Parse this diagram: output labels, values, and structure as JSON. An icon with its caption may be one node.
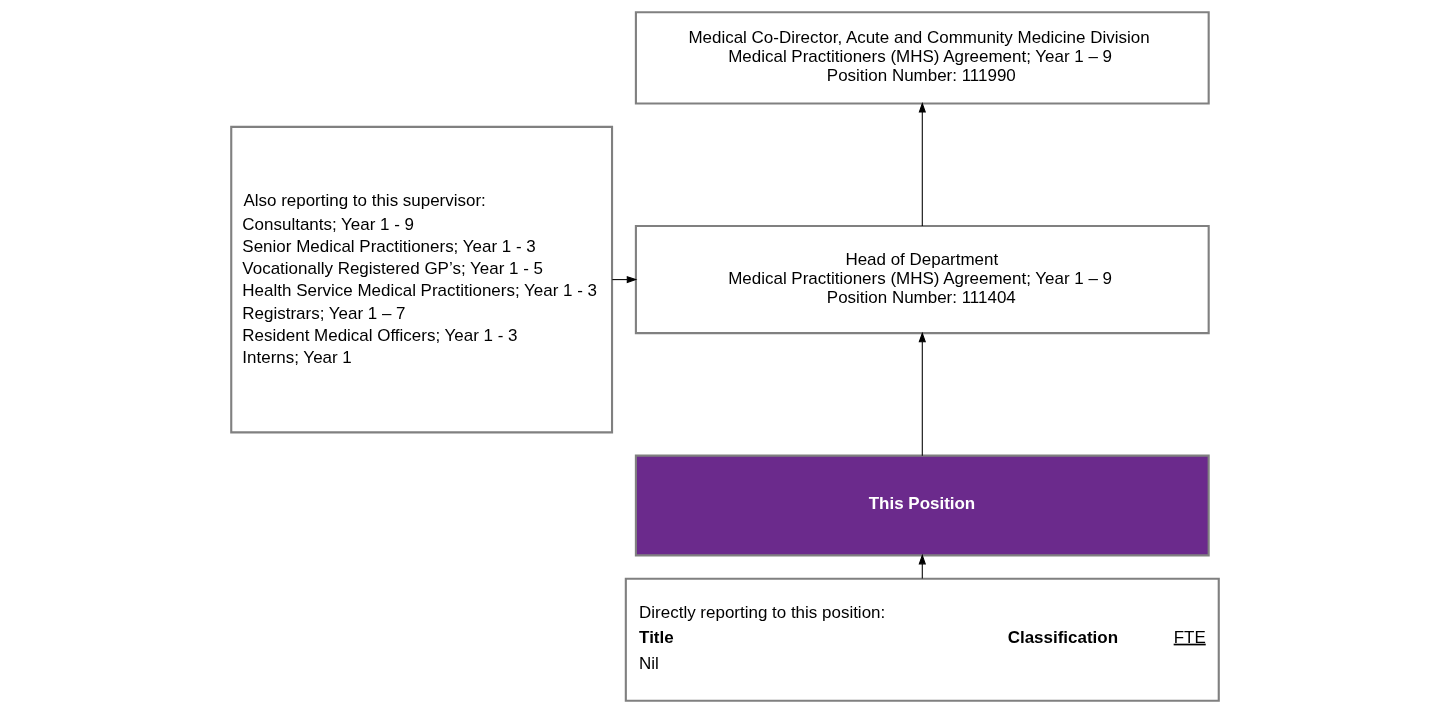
{
  "diagram": {
    "nodes": [
      {
        "text": [
          "Medical Co-Director, Acute and Community Medicine Division",
          "Medical Practitioners (MHS) Agreement; Year 1 – 9",
          "Position Number: 111990"
        ]
      },
      {
        "text": [
          "Head of Department",
          "Medical Practitioners (MHS) Agreement; Year 1 – 9",
          "Position Number: 111404"
        ]
      },
      {
        "text": [
          "This Position"
        ]
      },
      {
        "text": [
          "Directly reporting to this position:",
          "Title",
          "Classification",
          "FTE",
          "Nil"
        ]
      },
      {
        "text": [
          "Also reporting to this supervisor:",
          "Consultants; Year 1 - 9",
          "Senior Medical Practitioners; Year 1 - 3",
          "Vocationally Registered GP’s; Year 1 - 5",
          "Health Service Medical Practitioners; Year 1 - 3",
          "Registrars; Year 1 – 7",
          "Resident Medical Officers; Year 1 - 3",
          "Interns; Year 1"
        ]
      }
    ],
    "edges": [
      {
        "from": 1,
        "to": 0,
        "arrow": "to"
      },
      {
        "from": 2,
        "to": 1,
        "arrow": "to"
      },
      {
        "from": 3,
        "to": 2,
        "arrow": "to"
      },
      {
        "from": 4,
        "to": 1,
        "arrow": "to"
      }
    ]
  }
}
